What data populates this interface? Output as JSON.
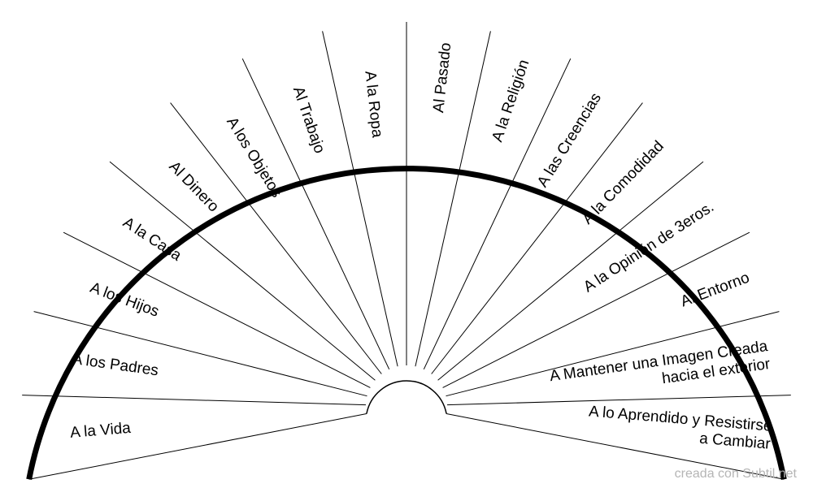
{
  "pendulum": {
    "segments": [
      {
        "lines": [
          "A la Vida"
        ]
      },
      {
        "lines": [
          "A los Padres"
        ]
      },
      {
        "lines": [
          "A los Hijos"
        ]
      },
      {
        "lines": [
          "A la Casa"
        ]
      },
      {
        "lines": [
          "Al Dinero"
        ]
      },
      {
        "lines": [
          "A los Objetos"
        ]
      },
      {
        "lines": [
          "Al Trabajo"
        ]
      },
      {
        "lines": [
          "A la Ropa"
        ]
      },
      {
        "lines": [
          "Al Pasado"
        ]
      },
      {
        "lines": [
          "A la Religión"
        ]
      },
      {
        "lines": [
          "A las Creencias"
        ]
      },
      {
        "lines": [
          "A la Comodidad"
        ]
      },
      {
        "lines": [
          "A la Opinión de 3eros."
        ]
      },
      {
        "lines": [
          "Al Entorno"
        ]
      },
      {
        "lines": [
          "A Mantener una Imagen Creada",
          "hacia el exterior"
        ]
      },
      {
        "lines": [
          "A lo Aprendido y Resistirse",
          "a Cambiar"
        ]
      }
    ],
    "colors": {
      "stroke": "#000000",
      "fill": "#ffffff"
    }
  },
  "footer": {
    "credit": "creada con Subtil.net"
  }
}
